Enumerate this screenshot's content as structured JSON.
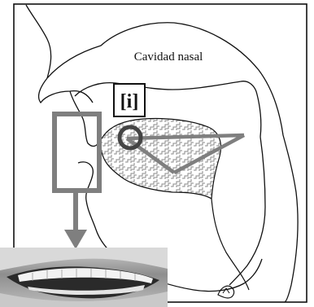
{
  "diagram": {
    "nasal_cavity_label": "Cavidad nasal",
    "vowel_label": "[i]",
    "colors": {
      "outline": "#111111",
      "indicator_gray": "#7f7f7f",
      "tongue_hatch": "#8a8a8a",
      "background": "#ffffff"
    },
    "icons": {
      "tongue_contact": "circle-marker-icon",
      "down_arrow": "down-arrow-icon",
      "tongue_position_triangle": "triangle-icon"
    },
    "inset_image": "lips-teeth-photo"
  }
}
